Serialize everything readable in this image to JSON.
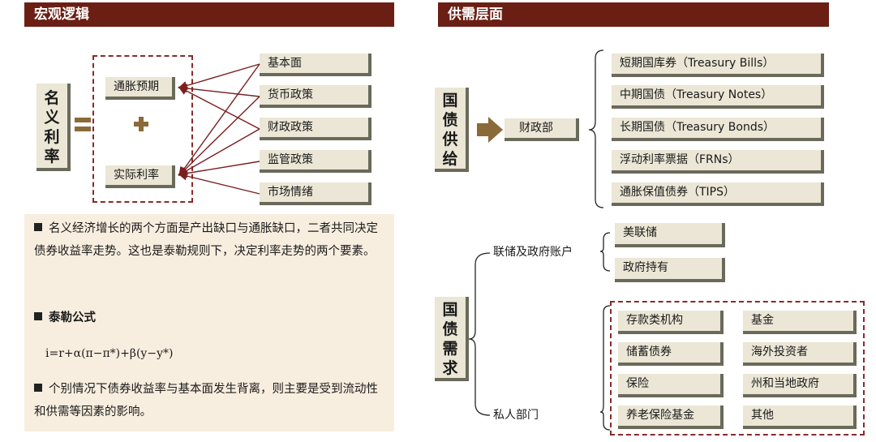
{
  "left": {
    "header": "宏观逻辑",
    "nominal_rate_chars": [
      "名",
      "义",
      "利",
      "率"
    ],
    "inflation_expectation": "通胀预期",
    "real_rate": "实际利率",
    "factors": [
      "基本面",
      "货币政策",
      "财政政策",
      "监管政策",
      "市场情绪"
    ],
    "notes": {
      "note1": "名义经济增长的两个方面是产出缺口与通胀缺口，二者共同决定债券收益率走势。这也是泰勒规则下，决定利率走势的两个要素。",
      "note2_title": "泰勒公式",
      "formula": "i=r+α(π−π*)+β(y−y*)",
      "note3": "个别情况下债券收益率与基本面发生背离，则主要是受到流动性和供需等因素的影响。"
    }
  },
  "right": {
    "header": "供需层面",
    "supply_chars": [
      "国",
      "债",
      "供",
      "给"
    ],
    "treasury_dept": "财政部",
    "supply_items": [
      "短期国库券（Treasury Bills）",
      "中期国债（Treasury Notes）",
      "长期国债（Treasury Bonds）",
      "浮动利率票据（FRNs）",
      "通胀保值债券（TIPS）"
    ],
    "demand_chars": [
      "国",
      "债",
      "需",
      "求"
    ],
    "fed_gov_accounts": "联储及政府账户",
    "fed_items": [
      "美联储",
      "政府持有"
    ],
    "private_sector": "私人部门",
    "private_items": [
      "存款类机构",
      "基金",
      "储蓄债券",
      "海外投资者",
      "保险",
      "州和当地政府",
      "养老保险基金",
      "其他"
    ]
  },
  "colors": {
    "header_bg": "#6b1f14",
    "box_bg": "#ebe6d5",
    "arrow": "#8b6a3a",
    "line": "#7a1f1f",
    "panel_bg": "#f8eedf"
  }
}
